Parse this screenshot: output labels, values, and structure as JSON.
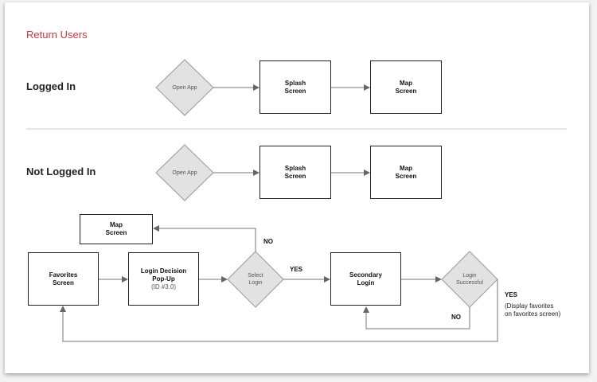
{
  "section_title": "Return Users",
  "rows": {
    "logged_in": {
      "label": "Logged In"
    },
    "not_logged_in": {
      "label": "Not Logged In"
    }
  },
  "nodes": {
    "li_open_app": "Open App",
    "li_splash": [
      "Splash",
      "Screen"
    ],
    "li_map": [
      "Map",
      "Screen"
    ],
    "nli_open_app": "Open App",
    "nli_splash": [
      "Splash",
      "Screen"
    ],
    "nli_map": [
      "Map",
      "Screen"
    ],
    "map_top": [
      "Map",
      "Screen"
    ],
    "favorites": [
      "Favorites",
      "Screen"
    ],
    "login_decision": [
      "Login Decision",
      "Pop-Up"
    ],
    "login_decision_id": "(ID #3.0)",
    "select_login": [
      "Select",
      "Login"
    ],
    "secondary_login": [
      "Secondary",
      "Login"
    ],
    "login_successful": [
      "Login",
      "Successful"
    ]
  },
  "edge_labels": {
    "no_top": "NO",
    "yes_select": "YES",
    "no_bottom": "NO",
    "yes_success": "YES",
    "yes_success_note": [
      "(Display favorites",
      "on favorites screen)"
    ]
  },
  "colors": {
    "accent": "#c0393b",
    "diamond_fill": "#e2e2e2",
    "line": "#777777",
    "divider": "#cccccc"
  }
}
